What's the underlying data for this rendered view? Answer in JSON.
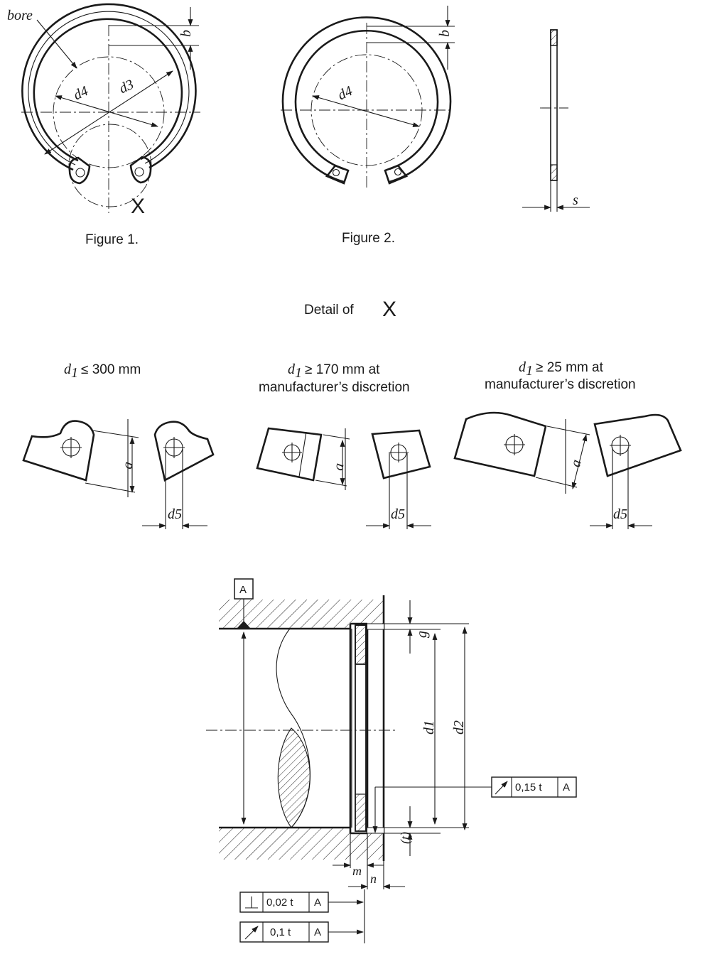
{
  "labels": {
    "bore": "bore",
    "b": "b",
    "d3": "d3",
    "d4": "d4",
    "x_marker": "X",
    "s": "s",
    "a": "a",
    "d5": "d5",
    "g": "g",
    "d1": "d1",
    "d2": "d2",
    "t": "(t)",
    "m": "m",
    "n": "n",
    "datum": "A"
  },
  "captions": {
    "figure1": "Figure 1.",
    "figure2": "Figure 2.",
    "detail_of": "Detail of",
    "detail_marker": "X"
  },
  "detail_headers": [
    {
      "symbol": "d",
      "sub": "1",
      "line1": "≤  300 mm",
      "line2": ""
    },
    {
      "symbol": "d",
      "sub": "1",
      "line1": "≥ 170 mm at",
      "line2": "manufacturer’s discretion"
    },
    {
      "symbol": "d",
      "sub": "1",
      "line1": "≥ 25 mm at",
      "line2": "manufacturer’s discretion"
    }
  ],
  "tolerance_frames": [
    {
      "symbol": "runout",
      "value": "0,15 t",
      "datum": "A"
    },
    {
      "symbol": "perpendicularity",
      "value": "0,02 t",
      "datum": "A"
    },
    {
      "symbol": "runout",
      "value": "0,1 t",
      "datum": "A"
    }
  ]
}
